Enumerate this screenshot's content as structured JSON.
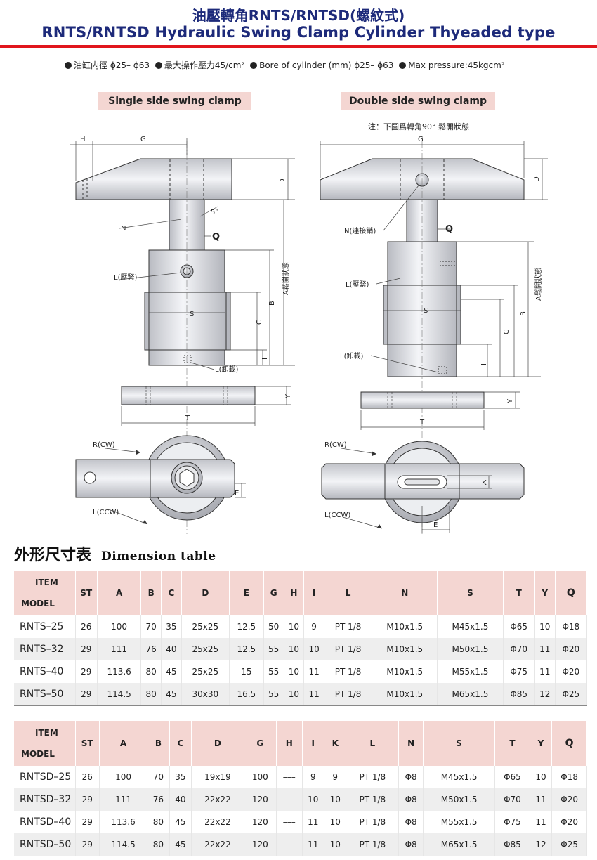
{
  "header": {
    "title_cn": "油壓轉角RNTS/RNTSD(螺紋式)",
    "title_en": "RNTS/RNTSD Hydraulic Swing Clamp Cylinder Thyeaded type"
  },
  "specs": [
    "油缸内徑 ϕ25– ϕ63",
    "最大操作壓力45/cm²",
    "Bore of cylinder (mm)  ϕ25– ϕ63",
    "Max pressure:45kgcm²"
  ],
  "drawing": {
    "single_label": "Single side swing clamp",
    "double_label": "Double side swing clamp",
    "note": "注：下圖爲轉角90° 鬆開狀態",
    "dims": {
      "G": "G",
      "H": "H",
      "D": "D",
      "Q": "Q",
      "S": "S",
      "B": "B",
      "C": "C",
      "I": "I",
      "Y": "Y",
      "T": "T",
      "E": "E",
      "K": "K",
      "A": "A鬆開狀態",
      "angle": "5°"
    },
    "callouts": {
      "N": "N",
      "N_double": "N(連接銷)",
      "L_press": "L(壓緊)",
      "L_release": "L(卸載)",
      "R_cw": "R(CW)",
      "L_ccw": "L(CCW)"
    }
  },
  "section": {
    "title_cn": "外形尺寸表",
    "title_en": "Dimension table"
  },
  "tables": [
    {
      "item_label": "ITEM",
      "model_label": "MODEL",
      "headers": [
        "ST",
        "A",
        "B",
        "C",
        "D",
        "E",
        "G",
        "H",
        "I",
        "L",
        "N",
        "S",
        "T",
        "Y",
        "Q"
      ],
      "rows": [
        [
          "RNTS–25",
          "26",
          "100",
          "70",
          "35",
          "25x25",
          "12.5",
          "50",
          "10",
          "9",
          "PT 1/8",
          "M10x1.5",
          "M45x1.5",
          "Φ65",
          "10",
          "Φ18"
        ],
        [
          "RNTS–32",
          "29",
          "111",
          "76",
          "40",
          "25x25",
          "12.5",
          "55",
          "10",
          "10",
          "PT 1/8",
          "M10x1.5",
          "M50x1.5",
          "Φ70",
          "11",
          "Φ20"
        ],
        [
          "RNTS–40",
          "29",
          "113.6",
          "80",
          "45",
          "25x25",
          "15",
          "55",
          "10",
          "11",
          "PT 1/8",
          "M10x1.5",
          "M55x1.5",
          "Φ75",
          "11",
          "Φ20"
        ],
        [
          "RNTS–50",
          "29",
          "114.5",
          "80",
          "45",
          "30x30",
          "16.5",
          "55",
          "10",
          "11",
          "PT 1/8",
          "M10x1.5",
          "M65x1.5",
          "Φ85",
          "12",
          "Φ25"
        ]
      ]
    },
    {
      "item_label": "ITEM",
      "model_label": "MODEL",
      "headers": [
        "ST",
        "A",
        "B",
        "C",
        "D",
        "G",
        "H",
        "I",
        "K",
        "L",
        "N",
        "S",
        "T",
        "Y",
        "Q"
      ],
      "rows": [
        [
          "RNTSD–25",
          "26",
          "100",
          "70",
          "35",
          "19x19",
          "100",
          "–––",
          "9",
          "9",
          "PT 1/8",
          "Φ8",
          "M45x1.5",
          "Φ65",
          "10",
          "Φ18"
        ],
        [
          "RNTSD–32",
          "29",
          "111",
          "76",
          "40",
          "22x22",
          "120",
          "–––",
          "10",
          "10",
          "PT 1/8",
          "Φ8",
          "M50x1.5",
          "Φ70",
          "11",
          "Φ20"
        ],
        [
          "RNTSD–40",
          "29",
          "113.6",
          "80",
          "45",
          "22x22",
          "120",
          "–––",
          "11",
          "10",
          "PT 1/8",
          "Φ8",
          "M55x1.5",
          "Φ75",
          "11",
          "Φ20"
        ],
        [
          "RNTSD–50",
          "29",
          "114.5",
          "80",
          "45",
          "22x22",
          "120",
          "–––",
          "11",
          "10",
          "PT 1/8",
          "Φ8",
          "M65x1.5",
          "Φ85",
          "12",
          "Φ25"
        ]
      ]
    }
  ]
}
